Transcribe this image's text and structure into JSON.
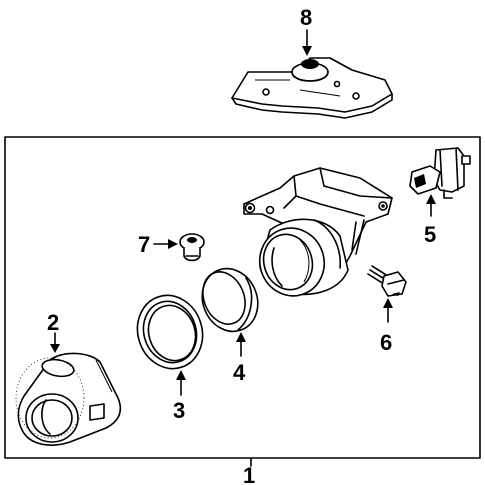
{
  "callouts": [
    {
      "id": "1",
      "label": "1"
    },
    {
      "id": "2",
      "label": "2"
    },
    {
      "id": "3",
      "label": "3"
    },
    {
      "id": "4",
      "label": "4"
    },
    {
      "id": "5",
      "label": "5"
    },
    {
      "id": "6",
      "label": "6"
    },
    {
      "id": "7",
      "label": "7"
    },
    {
      "id": "8",
      "label": "8"
    }
  ],
  "parts": [
    {
      "callout": "1",
      "name": "fog-lamp-assembly"
    },
    {
      "callout": "2",
      "name": "lamp-bezel-housing"
    },
    {
      "callout": "3",
      "name": "lens-gasket"
    },
    {
      "callout": "4",
      "name": "lens"
    },
    {
      "callout": "5",
      "name": "bulb-and-socket"
    },
    {
      "callout": "6",
      "name": "mounting-bolt"
    },
    {
      "callout": "7",
      "name": "adjuster-grommet"
    },
    {
      "callout": "8",
      "name": "mounting-bracket"
    }
  ]
}
